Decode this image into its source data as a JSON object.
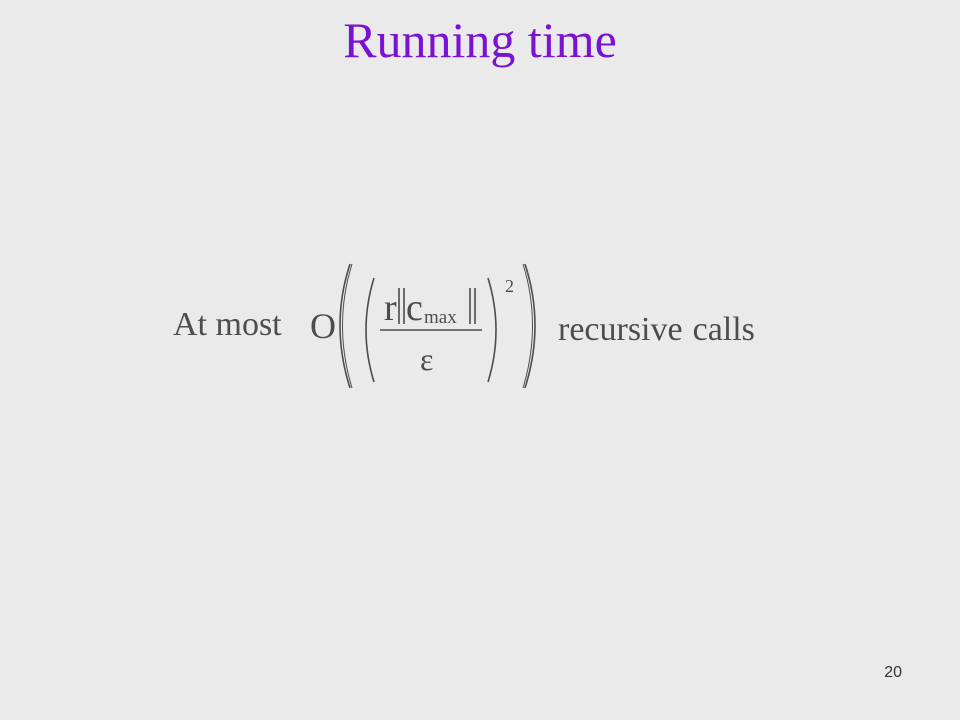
{
  "slide": {
    "title": "Running time",
    "lead_text": "At most",
    "trail_word_1": "recursive",
    "trail_word_2": "calls",
    "page_number": "20"
  },
  "formula": {
    "big_o": "O",
    "numerator_r": "r",
    "numerator_c": "c",
    "subscript": "max",
    "denominator": "ε",
    "exponent": "2"
  },
  "colors": {
    "title": "#7a12d4",
    "text": "#4d4d4d",
    "background": "#eaeaea"
  }
}
